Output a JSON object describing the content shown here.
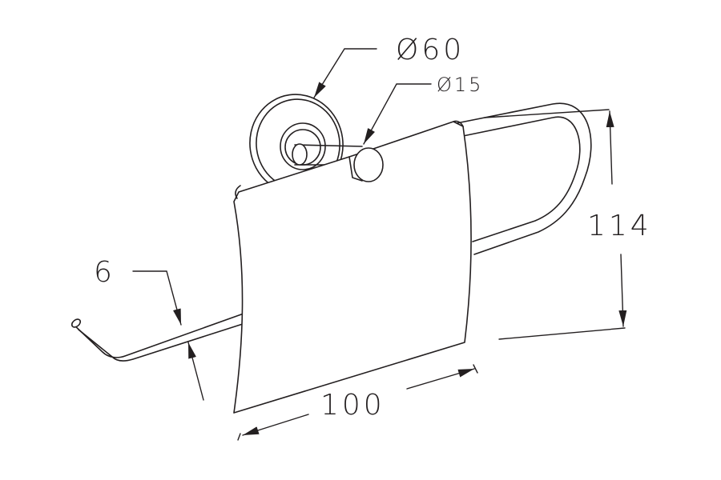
{
  "drawing": {
    "line_color": "#231f20",
    "background_color": "#ffffff"
  },
  "dimensions": {
    "rosette_diameter": {
      "label": "Ø60"
    },
    "rod_diameter": {
      "label": "Ø15"
    },
    "height": {
      "label": "114"
    },
    "wire_thickness": {
      "label": "6"
    },
    "width": {
      "label": "100"
    }
  }
}
